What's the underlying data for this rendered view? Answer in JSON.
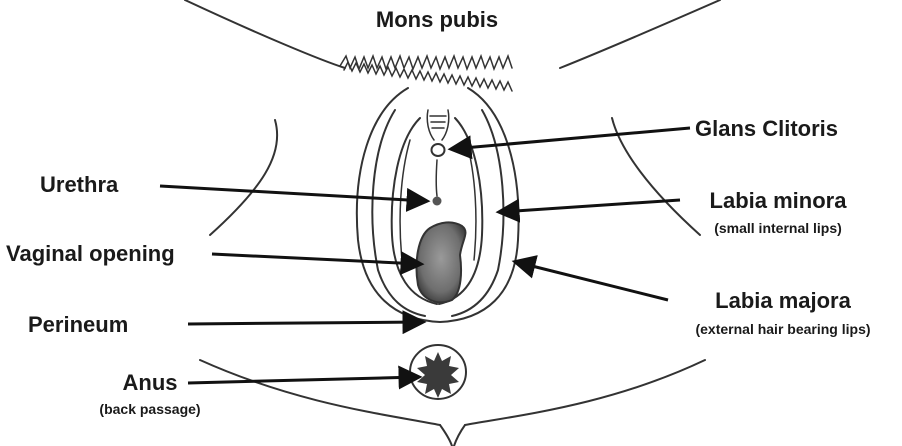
{
  "labels": {
    "mons_pubis": "Mons pubis",
    "glans_clitoris": "Glans Clitoris",
    "urethra": "Urethra",
    "labia_minora": "Labia minora",
    "labia_minora_sub": "(small internal lips)",
    "vaginal_opening": "Vaginal opening",
    "labia_majora": "Labia majora",
    "labia_majora_sub": "(external hair bearing lips)",
    "perineum": "Perineum",
    "anus": "Anus",
    "anus_sub": "(back passage)"
  },
  "colors": {
    "line": "#333333",
    "arrow": "#111111",
    "text": "#1a1a1a",
    "opening_fill": "#7a7a7a"
  }
}
